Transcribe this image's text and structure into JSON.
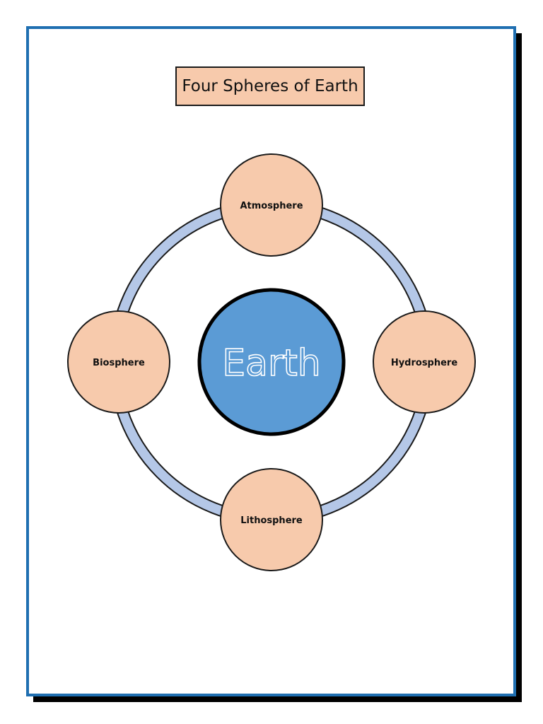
{
  "title": "Four Spheres of Earth",
  "center": {
    "label": "Earth",
    "fill": "#5b9bd5"
  },
  "spheres": [
    {
      "label": "Atmosphere",
      "fill": "#f7caac"
    },
    {
      "label": "Hydrosphere",
      "fill": "#f7caac"
    },
    {
      "label": "Lithosphere",
      "fill": "#f7caac"
    },
    {
      "label": "Biosphere",
      "fill": "#f7caac"
    }
  ],
  "colors": {
    "frame": "#1f6fb1",
    "ring": "#b4c7e7",
    "outline": "#1a1a1a"
  }
}
